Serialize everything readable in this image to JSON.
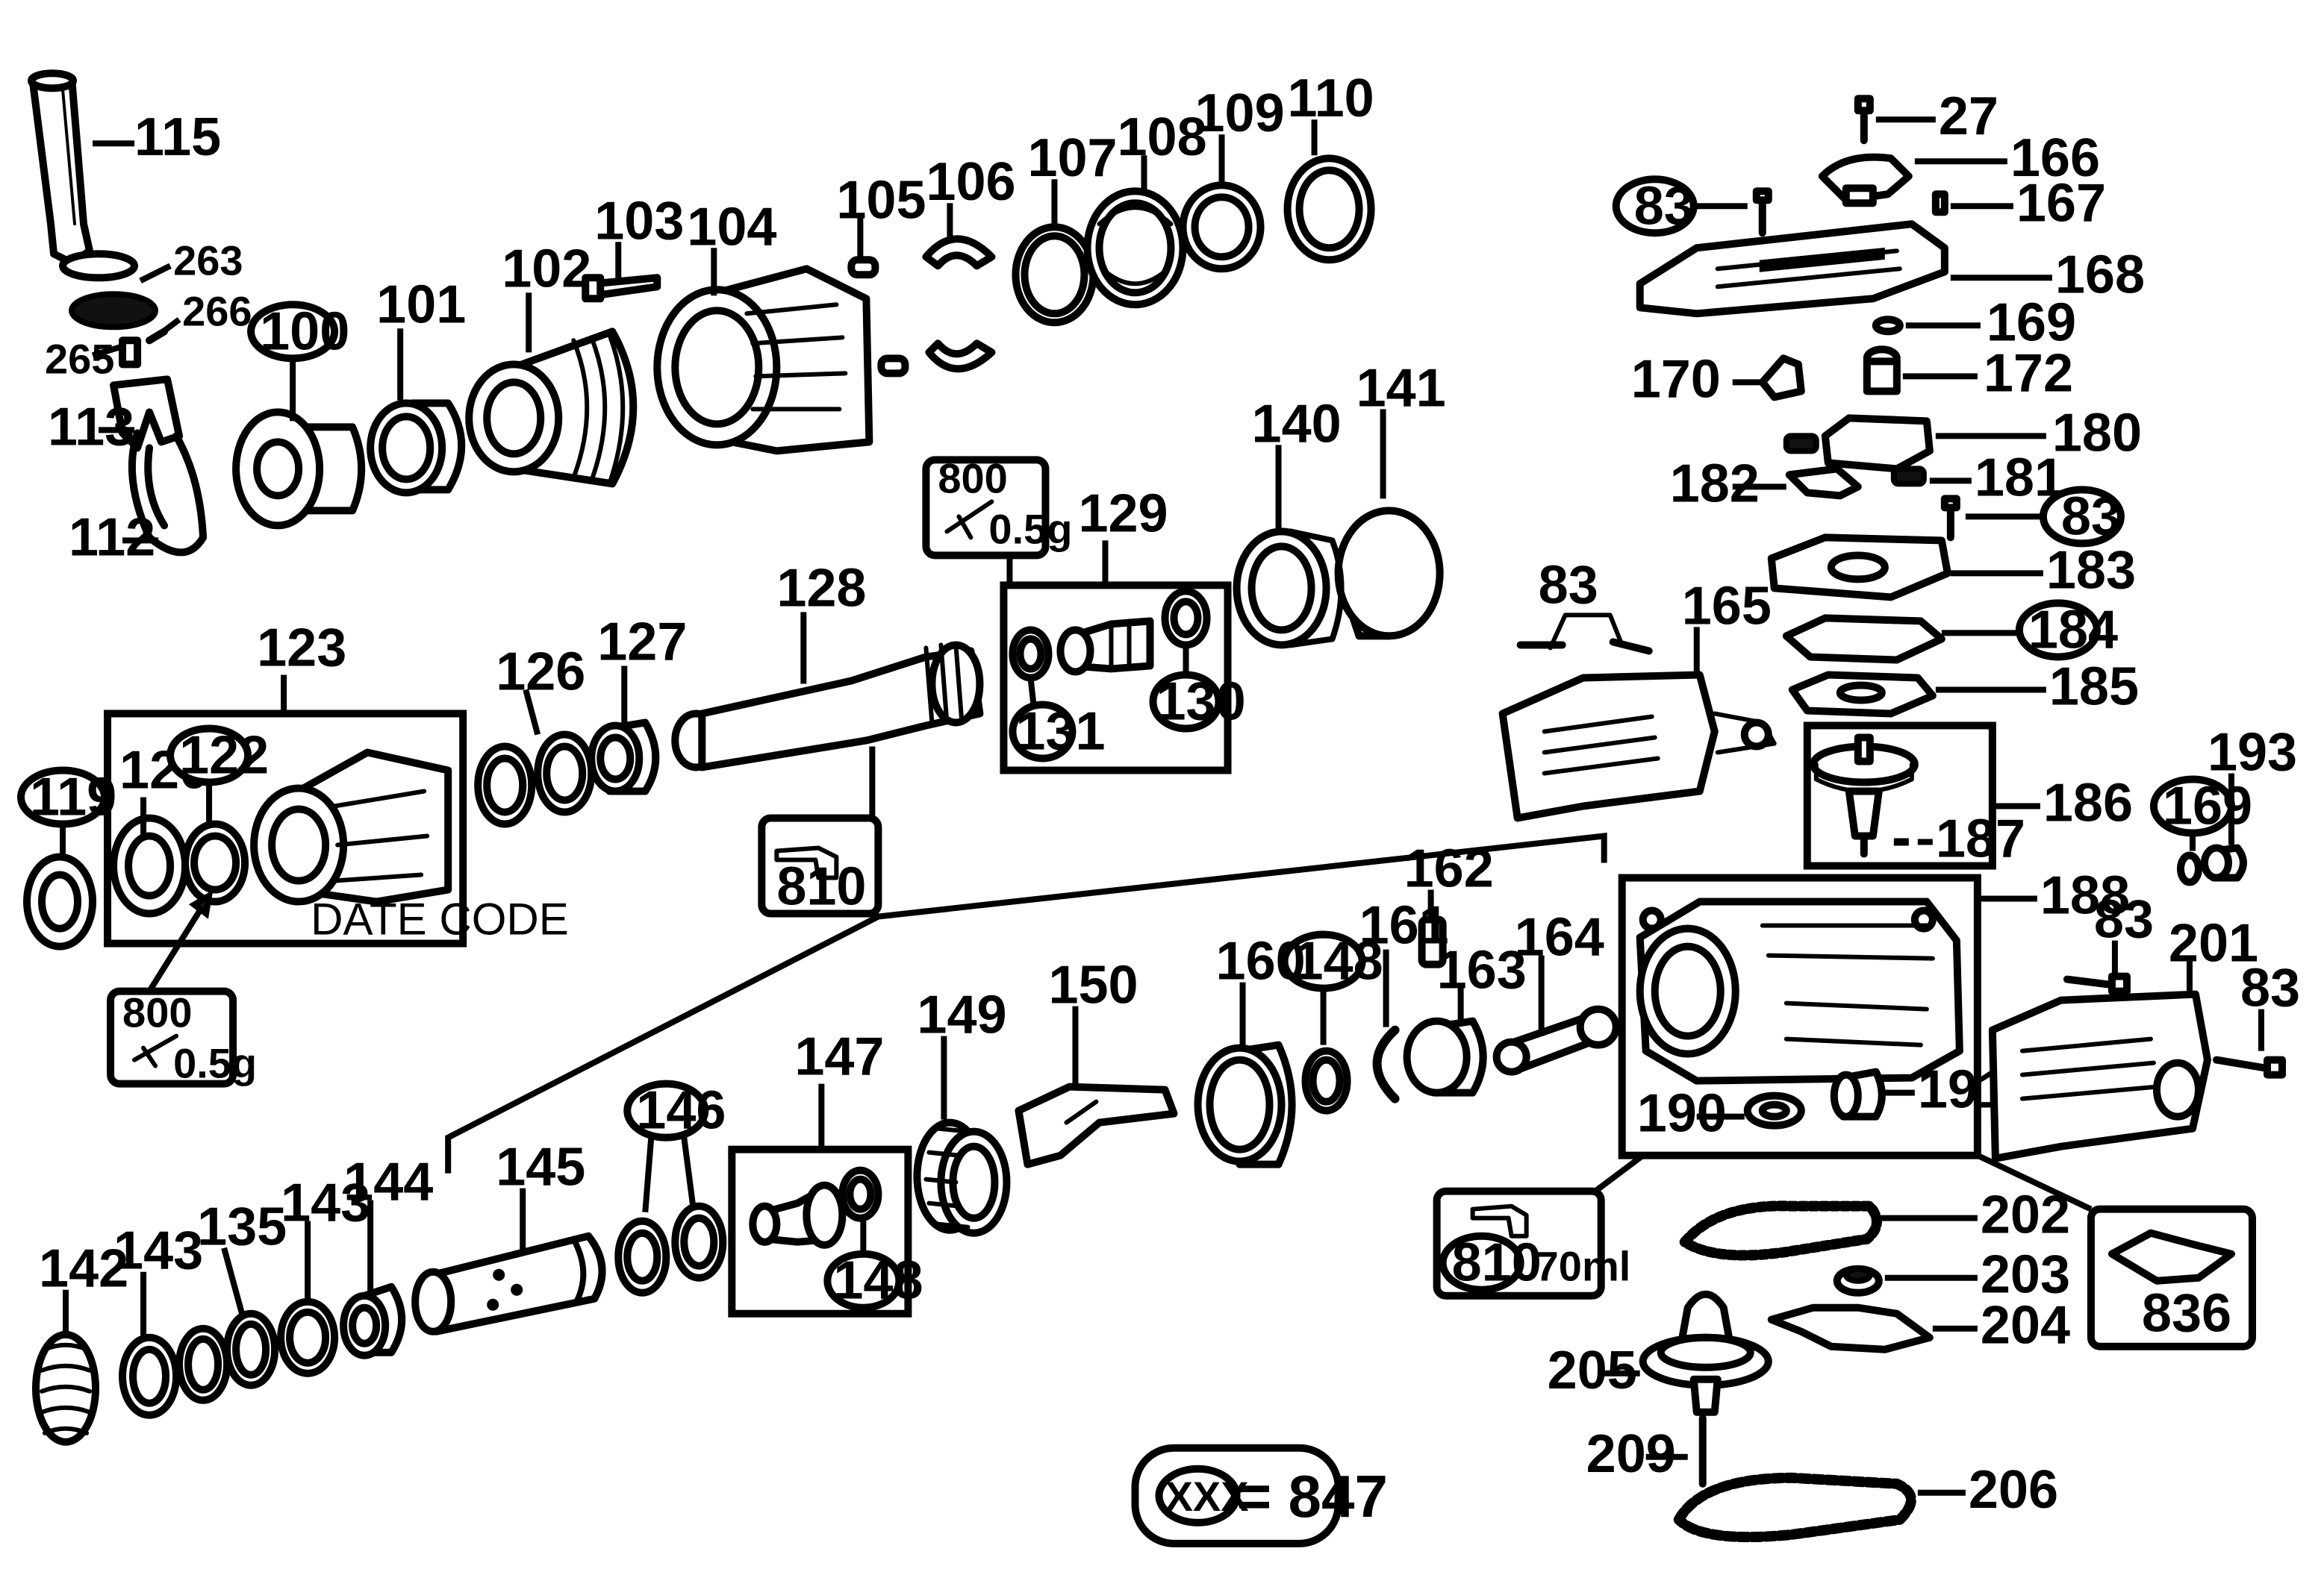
{
  "labels": {
    "p115": "115",
    "p263": "263",
    "p266": "266",
    "p265": "265",
    "p113": "113",
    "p112": "112",
    "p100": "100",
    "p101": "101",
    "p102": "102",
    "p103": "103",
    "p104": "104",
    "p105": "105",
    "p106": "106",
    "p107": "107",
    "p108": "108",
    "p109": "109",
    "p110": "110",
    "p27": "27",
    "p166": "166",
    "p83a": "83",
    "p167": "167",
    "p168": "168",
    "p169a": "169",
    "p170": "170",
    "p172": "172",
    "p180": "180",
    "p182": "182",
    "p181": "181",
    "p83b": "83",
    "p183": "183",
    "p184": "184",
    "p185": "185",
    "p83c": "83",
    "p165": "165",
    "p186": "186",
    "p187": "187",
    "p193": "193",
    "p169b": "169",
    "p188": "188",
    "p83d": "83",
    "p201": "201",
    "p83e": "83",
    "p191": "191",
    "p190": "190",
    "p202": "202",
    "p203": "203",
    "p204": "204",
    "p205": "205",
    "p209": "209",
    "p206": "206",
    "p836": "836",
    "p810b": "810",
    "ml70": "70ml",
    "p141": "141",
    "p140": "140",
    "p129": "129",
    "p131": "131",
    "p130": "130",
    "p800a": "800",
    "g05a": "0.5g",
    "p128": "128",
    "p127": "127",
    "p126": "126",
    "p810a": "810",
    "p123": "123",
    "p122": "122",
    "p120": "120",
    "p119": "119",
    "date_code": "DATE CODE",
    "p800b": "800",
    "g05b": "0.5g",
    "p162": "162",
    "p161": "161",
    "p148a": "148",
    "p163": "163",
    "p164": "164",
    "p160": "160",
    "p150": "150",
    "p149": "149",
    "p147": "147",
    "p148b": "148",
    "p146": "146",
    "p145": "145",
    "p144": "144",
    "p143a": "143",
    "p135": "135",
    "p143b": "143",
    "p142": "142",
    "legend_xxx": "XXX",
    "legend_eq": "= 847"
  }
}
